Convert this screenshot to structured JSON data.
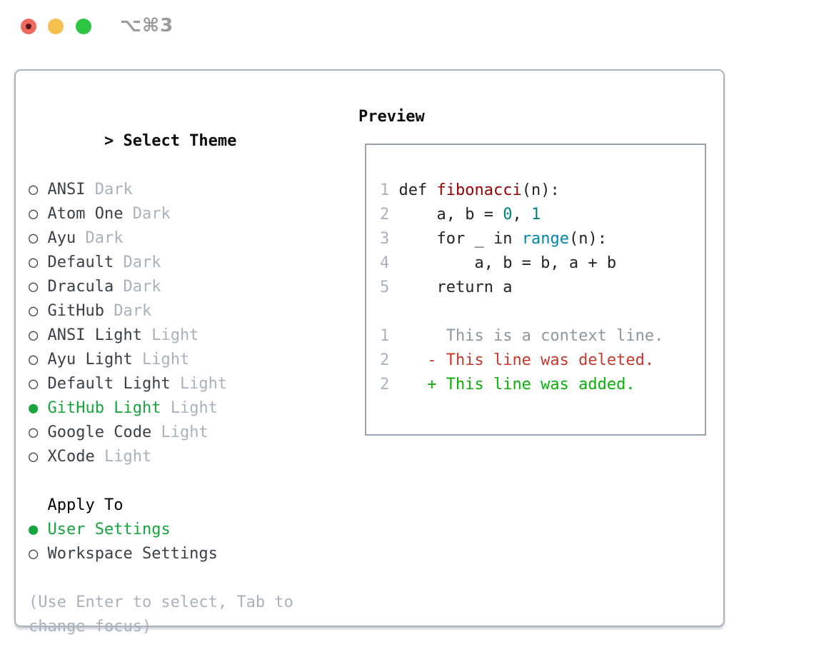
{
  "window": {
    "title": "⌥⌘3",
    "traffic_lights": [
      {
        "name": "close-button",
        "color": "#ee6a5e",
        "has_unsaved_dot": true
      },
      {
        "name": "minimize-button",
        "color": "#f6bf4f",
        "has_unsaved_dot": false
      },
      {
        "name": "zoom-button",
        "color": "#2fc544",
        "has_unsaved_dot": false
      }
    ]
  },
  "glyphs": {
    "selected": "●",
    "unselected": "○"
  },
  "colors": {
    "green_accent": "#16a53c",
    "muted_gray": "#a9b2bc",
    "name_gray": "#3a4046",
    "code_plain": "#1f2328",
    "code_title": "#990000",
    "code_number": "#008080",
    "code_builtin": "#0086b3",
    "diff_context": "#8e979e",
    "diff_deleted": "#c6392c",
    "diff_added": "#0ab00a",
    "traffic_red": "#ee6a5e",
    "traffic_yellow": "#f6bf4f",
    "traffic_green": "#2fc544",
    "traffic_red_dot": "#5c1414",
    "title_gray": "#9a9a9a"
  },
  "theme_panel": {
    "prompt": "> ",
    "header": "Select Theme",
    "themes": [
      {
        "name": "ANSI",
        "tag": "Dark",
        "selected": false
      },
      {
        "name": "Atom One",
        "tag": "Dark",
        "selected": false
      },
      {
        "name": "Ayu",
        "tag": "Dark",
        "selected": false
      },
      {
        "name": "Default",
        "tag": "Dark",
        "selected": false
      },
      {
        "name": "Dracula",
        "tag": "Dark",
        "selected": false
      },
      {
        "name": "GitHub",
        "tag": "Dark",
        "selected": false
      },
      {
        "name": "ANSI Light",
        "tag": "Light",
        "selected": false
      },
      {
        "name": "Ayu Light",
        "tag": "Light",
        "selected": false
      },
      {
        "name": "Default Light",
        "tag": "Light",
        "selected": false
      },
      {
        "name": "GitHub Light",
        "tag": "Light",
        "selected": true
      },
      {
        "name": "Google Code",
        "tag": "Light",
        "selected": false
      },
      {
        "name": "XCode",
        "tag": "Light",
        "selected": false
      }
    ],
    "apply_to": {
      "header": "Apply To",
      "options": [
        {
          "label": "User Settings",
          "selected": true
        },
        {
          "label": "Workspace Settings",
          "selected": false
        }
      ]
    },
    "help": {
      "line1": "(Use Enter to select, Tab to",
      "line2": "change focus)"
    }
  },
  "preview": {
    "header": "Preview",
    "code_lines": [
      {
        "num": "1",
        "segments": [
          {
            "t": "def ",
            "c": "kw"
          },
          {
            "t": "fibonacci",
            "c": "title"
          },
          {
            "t": "(n):",
            "c": "plain"
          }
        ]
      },
      {
        "num": "2",
        "segments": [
          {
            "t": "    a, b = ",
            "c": "plain"
          },
          {
            "t": "0",
            "c": "num"
          },
          {
            "t": ", ",
            "c": "plain"
          },
          {
            "t": "1",
            "c": "num"
          }
        ]
      },
      {
        "num": "3",
        "segments": [
          {
            "t": "    ",
            "c": "plain"
          },
          {
            "t": "for",
            "c": "kw"
          },
          {
            "t": " _ ",
            "c": "plain"
          },
          {
            "t": "in",
            "c": "kw"
          },
          {
            "t": " ",
            "c": "plain"
          },
          {
            "t": "range",
            "c": "builtin"
          },
          {
            "t": "(n):",
            "c": "plain"
          }
        ]
      },
      {
        "num": "4",
        "segments": [
          {
            "t": "        a, b = b, a + b",
            "c": "plain"
          }
        ]
      },
      {
        "num": "5",
        "segments": [
          {
            "t": "    ",
            "c": "plain"
          },
          {
            "t": "return",
            "c": "kw"
          },
          {
            "t": " a",
            "c": "plain"
          }
        ]
      }
    ],
    "diff_lines": [
      {
        "num": "1",
        "sign": " ",
        "text": "This is a context line.",
        "type": "context"
      },
      {
        "num": "2",
        "sign": "-",
        "text": "This line was deleted.",
        "type": "deleted"
      },
      {
        "num": "2",
        "sign": "+",
        "text": "This line was added.",
        "type": "added"
      }
    ]
  }
}
